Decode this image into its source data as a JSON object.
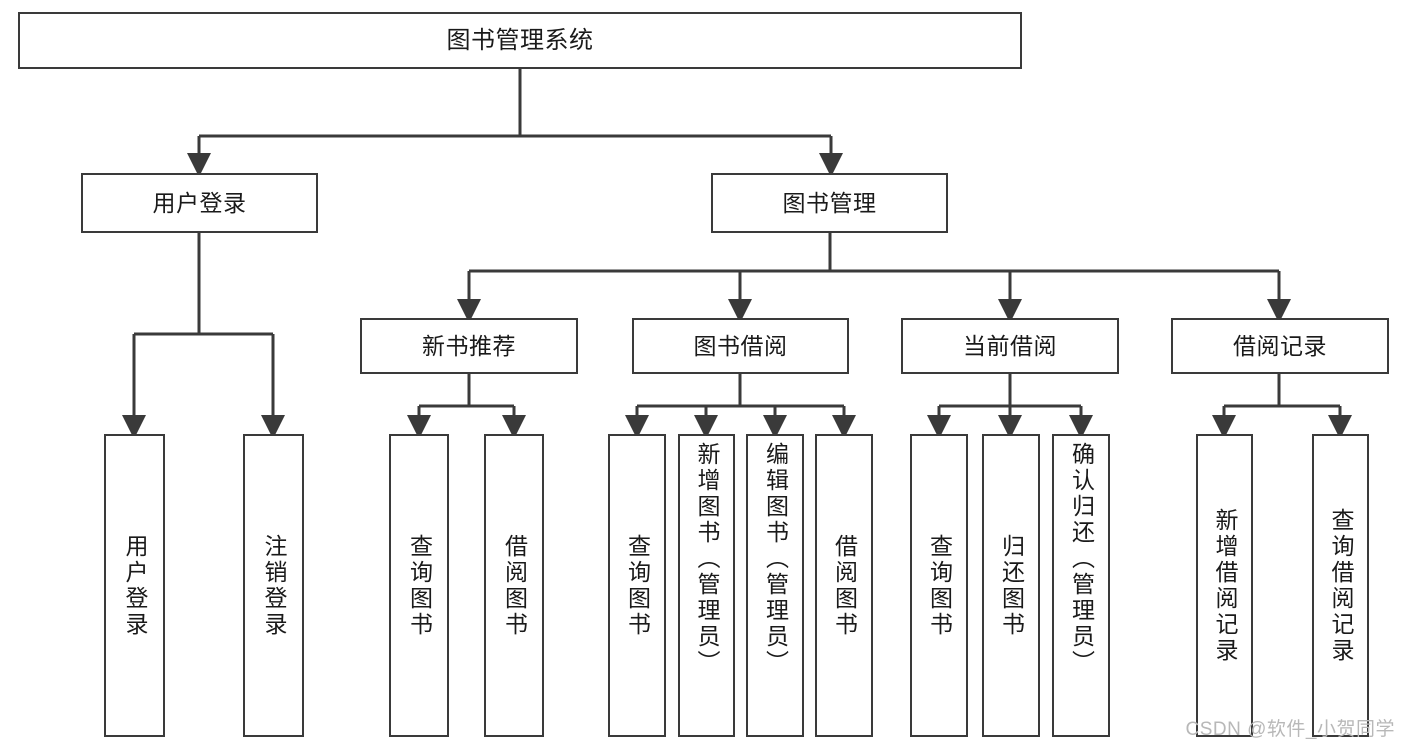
{
  "diagram": {
    "title": "图书管理系统",
    "watermark": "CSDN @软件_小贺同学",
    "colors": {
      "stroke": "#3a3a3a",
      "background": "#ffffff",
      "text": "#1a1a1a",
      "watermark": "#b8b8b8"
    },
    "nodes": {
      "root": {
        "label": "图书管理系统"
      },
      "level2": [
        {
          "label": "用户登录"
        },
        {
          "label": "图书管理"
        }
      ],
      "level3": [
        {
          "label": "新书推荐"
        },
        {
          "label": "图书借阅"
        },
        {
          "label": "当前借阅"
        },
        {
          "label": "借阅记录"
        }
      ],
      "leaves_user_login": [
        {
          "label": "用户登录"
        },
        {
          "label": "注销登录"
        }
      ],
      "leaves_new_book": [
        {
          "label": "查询图书"
        },
        {
          "label": "借阅图书"
        }
      ],
      "leaves_borrow": [
        {
          "label": "查询图书"
        },
        {
          "label": "新增图书（管理员）"
        },
        {
          "label": "编辑图书（管理员）"
        },
        {
          "label": "借阅图书"
        }
      ],
      "leaves_current": [
        {
          "label": "查询图书"
        },
        {
          "label": "归还图书"
        },
        {
          "label": "确认归还（管理员）"
        }
      ],
      "leaves_records": [
        {
          "label": "新增借阅记录"
        },
        {
          "label": "查询借阅记录"
        }
      ]
    }
  }
}
